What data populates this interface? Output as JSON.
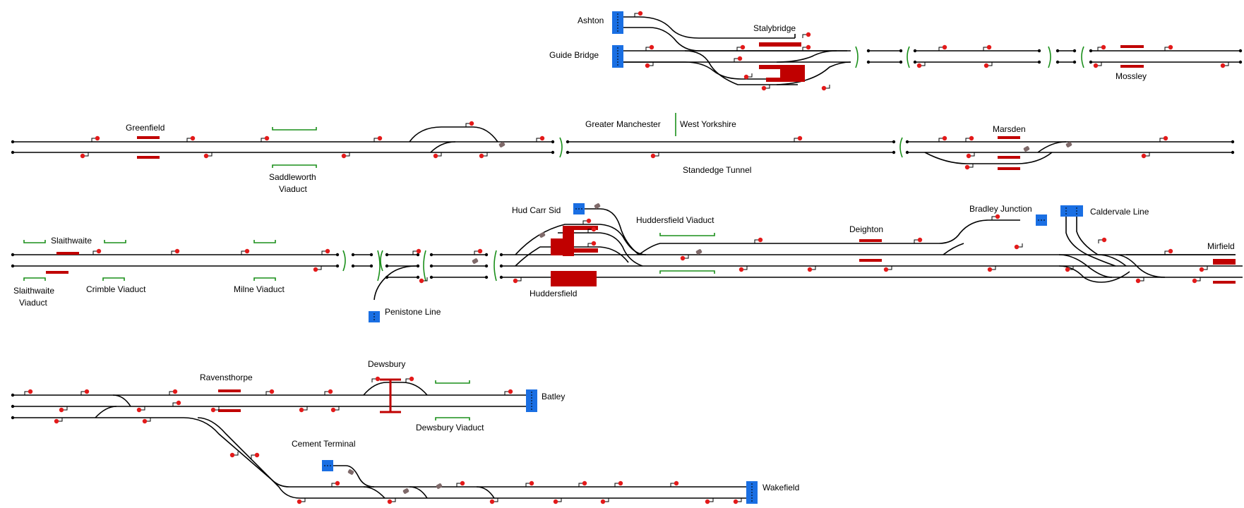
{
  "window": {
    "title": "Signalling Diagram"
  },
  "colors": {
    "track": "#000000",
    "signal": "#e31a1a",
    "platform": "#c00000",
    "boundary": "#1a6fe3",
    "viaduct": "#1a8f1a",
    "tunnel_marker": "#1a8f1a",
    "ground_signal": "#7f6a6a",
    "background": "#ffffff"
  },
  "labels": {
    "ashton": "Ashton",
    "guide_bridge": "Guide Bridge",
    "stalybridge": "Stalybridge",
    "mossley": "Mossley",
    "greenfield": "Greenfield",
    "saddleworth_viaduct_1": "Saddleworth",
    "saddleworth_viaduct_2": "Viaduct",
    "greater_manchester": "Greater Manchester",
    "west_yorkshire": "West Yorkshire",
    "standedge_tunnel": "Standedge Tunnel",
    "marsden": "Marsden",
    "slaithwaite": "Slaithwaite",
    "slaithwaite_viaduct_1": "Slaithwaite",
    "slaithwaite_viaduct_2": "Viaduct",
    "crimble_viaduct": "Crimble Viaduct",
    "milne_viaduct": "Milne Viaduct",
    "penistone_line": "Penistone Line",
    "hud_carr_sid": "Hud Carr Sid",
    "huddersfield": "Huddersfield",
    "huddersfield_viaduct": "Huddersfield Viaduct",
    "deighton": "Deighton",
    "bradley_junction": "Bradley Junction",
    "caldervale_line": "Caldervale Line",
    "mirfield": "Mirfield",
    "ravensthorpe": "Ravensthorpe",
    "dewsbury": "Dewsbury",
    "dewsbury_viaduct": "Dewsbury Viaduct",
    "batley": "Batley",
    "cement_terminal": "Cement Terminal",
    "wakefield": "Wakefield"
  }
}
